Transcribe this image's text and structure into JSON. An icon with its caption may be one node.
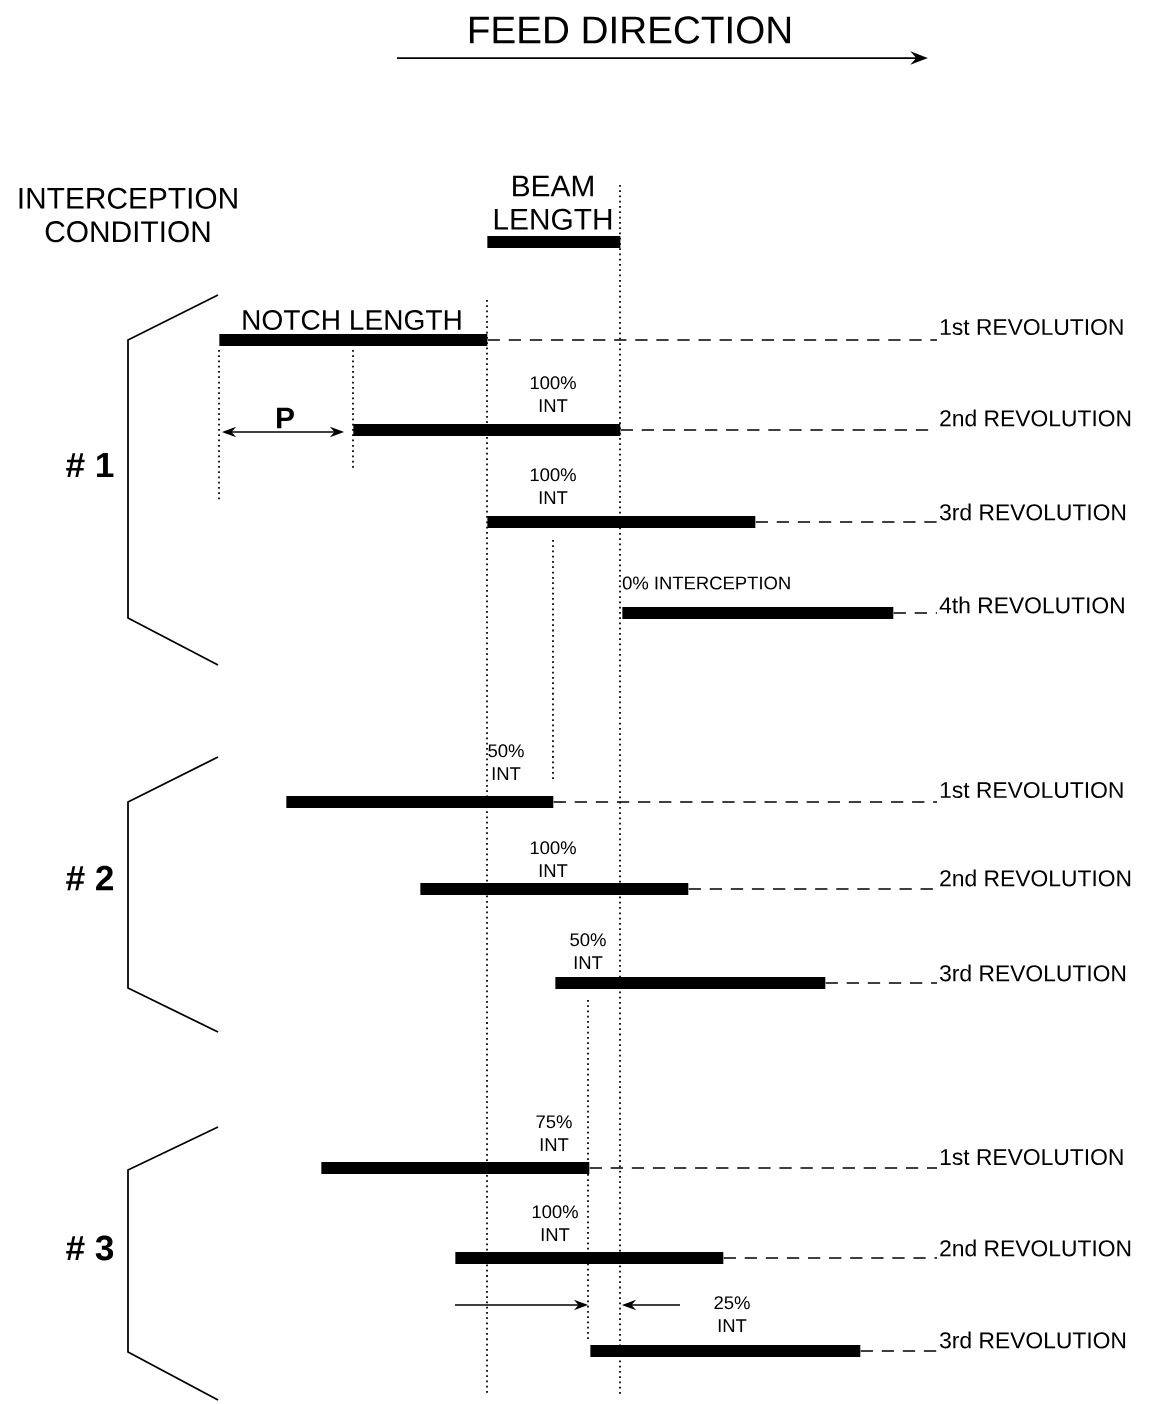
{
  "diagram": {
    "title": "FEED DIRECTION",
    "nodes": [
      {
        "text": [],
        "shape": "bar",
        "beside": [
          "BEAM LENGTH"
        ]
      },
      {
        "text": [],
        "shape": "bar",
        "beside": [
          "NOTCH LENGTH"
        ]
      },
      {
        "text": [
          "1st REVOLUTION"
        ]
      },
      {
        "text": [],
        "shape": "bar",
        "beside": [
          "100% INT"
        ]
      },
      {
        "text": [
          "2nd REVOLUTION"
        ]
      },
      {
        "text": [],
        "shape": "bar",
        "beside": [
          "100% INT"
        ]
      },
      {
        "text": [
          "3rd REVOLUTION"
        ]
      },
      {
        "text": [],
        "shape": "bar",
        "beside": [
          "0% INTERCEPTION"
        ]
      },
      {
        "text": [
          "4th REVOLUTION"
        ]
      },
      {
        "text": [],
        "shape": "bar",
        "beside": [
          "50% INT"
        ]
      },
      {
        "text": [
          "1st REVOLUTION"
        ]
      },
      {
        "text": [],
        "shape": "bar",
        "beside": [
          "100% INT"
        ]
      },
      {
        "text": [
          "2nd REVOLUTION"
        ]
      },
      {
        "text": [],
        "shape": "bar",
        "beside": [
          "50% INT"
        ]
      },
      {
        "text": [
          "3rd REVOLUTION"
        ]
      },
      {
        "text": [],
        "shape": "bar",
        "beside": [
          "75% INT"
        ]
      },
      {
        "text": [
          "1st REVOLUTION"
        ]
      },
      {
        "text": [],
        "shape": "bar",
        "beside": [
          "100% INT"
        ]
      },
      {
        "text": [
          "2nd REVOLUTION"
        ]
      },
      {
        "text": [],
        "shape": "bar",
        "beside": [
          "25% INT"
        ]
      },
      {
        "text": [
          "3rd REVOLUTION"
        ]
      }
    ],
    "edges": [
      {
        "from": 1,
        "to": 2,
        "arrow": "none",
        "style": "dashed"
      },
      {
        "from": 3,
        "to": 4,
        "arrow": "none",
        "style": "dashed"
      },
      {
        "from": 5,
        "to": 6,
        "arrow": "none",
        "style": "dashed"
      },
      {
        "from": 7,
        "to": 8,
        "arrow": "none",
        "style": "dashed"
      },
      {
        "from": 9,
        "to": 10,
        "arrow": "none",
        "style": "dashed"
      },
      {
        "from": 11,
        "to": 12,
        "arrow": "none",
        "style": "dashed"
      },
      {
        "from": 13,
        "to": 14,
        "arrow": "none",
        "style": "dashed"
      },
      {
        "from": 15,
        "to": 16,
        "arrow": "none",
        "style": "dashed"
      },
      {
        "from": 17,
        "to": 18,
        "arrow": "none",
        "style": "dashed"
      },
      {
        "from": 19,
        "to": 20,
        "arrow": "none",
        "style": "dashed"
      }
    ],
    "labels": [
      "INTERCEPTION CONDITION",
      "P",
      "# 1",
      "# 2",
      "# 3"
    ]
  }
}
